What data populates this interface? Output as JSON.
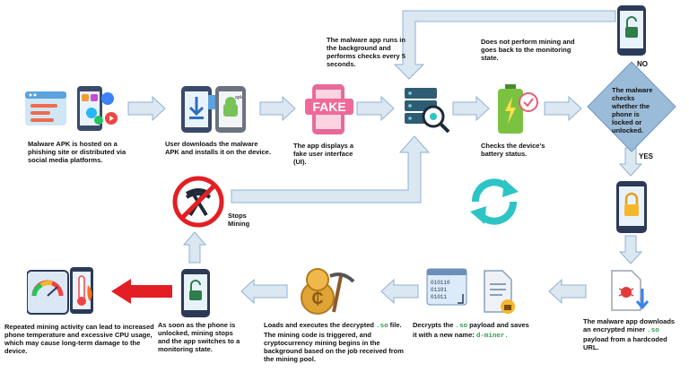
{
  "captions": {
    "step1": "Malware APK is hosted on a phishing site or distributed via social media platforms.",
    "step2": "User downloads the malware APK and installs it on the device.",
    "step3": "The app displays a fake user interface (UI).",
    "step4": "The malware app runs in the background and performs checks every 5 seconds.",
    "step5": "Checks the device's battery status.",
    "step6": "Does not perform mining and goes back to the monitoring state.",
    "decision": "The malware checks whether the phone is locked or unlocked.",
    "download": "The malware app downloads an encrypted miner",
    "download_code": ".so",
    "download_rest": "payload from a hardcoded URL.",
    "decrypt_pre": "Decrypts the",
    "decrypt_code1": ".so",
    "decrypt_mid": "payload and saves it with a new name:",
    "decrypt_code2": "d-miner.",
    "execute_pre": "Loads and executes the decrypted",
    "execute_code": ".so",
    "execute_post": "file. The mining code is triggered, and cryptocurrency mining begins in the background based on the job received from the mining pool.",
    "unlocked": "As soon as the phone is unlocked, mining stops and the app switches to a monitoring state.",
    "damage": "Repeated mining activity can lead to increased phone temperature and excessive CPU usage, which may cause long-term damage to the device.",
    "stops": "Stops Mining"
  },
  "labels": {
    "no": "NO",
    "yes": "YES",
    "fake": "FAKE",
    "apk": "apk",
    "binary": "010110 01101 01011"
  },
  "colors": {
    "arrow": "#dbe7f1",
    "arrow_stroke": "#8fb2d4",
    "red_arrow": "#e31e24",
    "teal": "#2ec4c6"
  }
}
